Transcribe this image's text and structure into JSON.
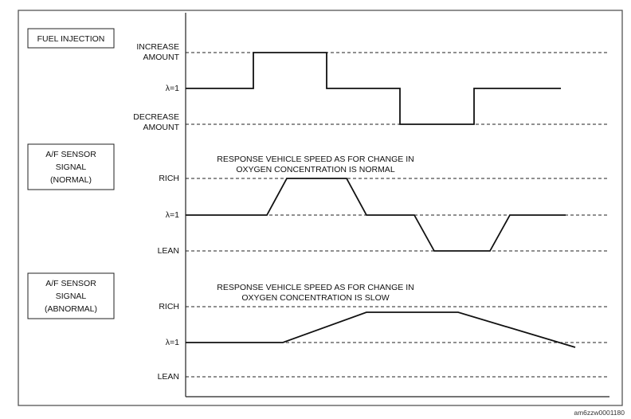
{
  "fuel_injection": {
    "title": "FUEL INJECTION",
    "levels": [
      "INCREASE",
      "AMOUNT",
      "λ=1",
      "DECREASE",
      "AMOUNT"
    ]
  },
  "sensor_normal": {
    "title": [
      "A/F SENSOR",
      "SIGNAL",
      "(NORMAL)"
    ],
    "note": [
      "RESPONSE VEHICLE SPEED AS FOR CHANGE IN",
      "OXYGEN CONCENTRATION IS NORMAL"
    ],
    "levels": [
      "RICH",
      "λ=1",
      "LEAN"
    ]
  },
  "sensor_abnormal": {
    "title": [
      "A/F SENSOR",
      "SIGNAL",
      "(ABNORMAL)"
    ],
    "note": [
      "RESPONSE VEHICLE SPEED AS FOR CHANGE IN",
      "OXYGEN CONCENTRATION IS SLOW"
    ],
    "levels": [
      "RICH",
      "λ=1",
      "LEAN"
    ]
  },
  "figure_code": "am6zzw0001180"
}
